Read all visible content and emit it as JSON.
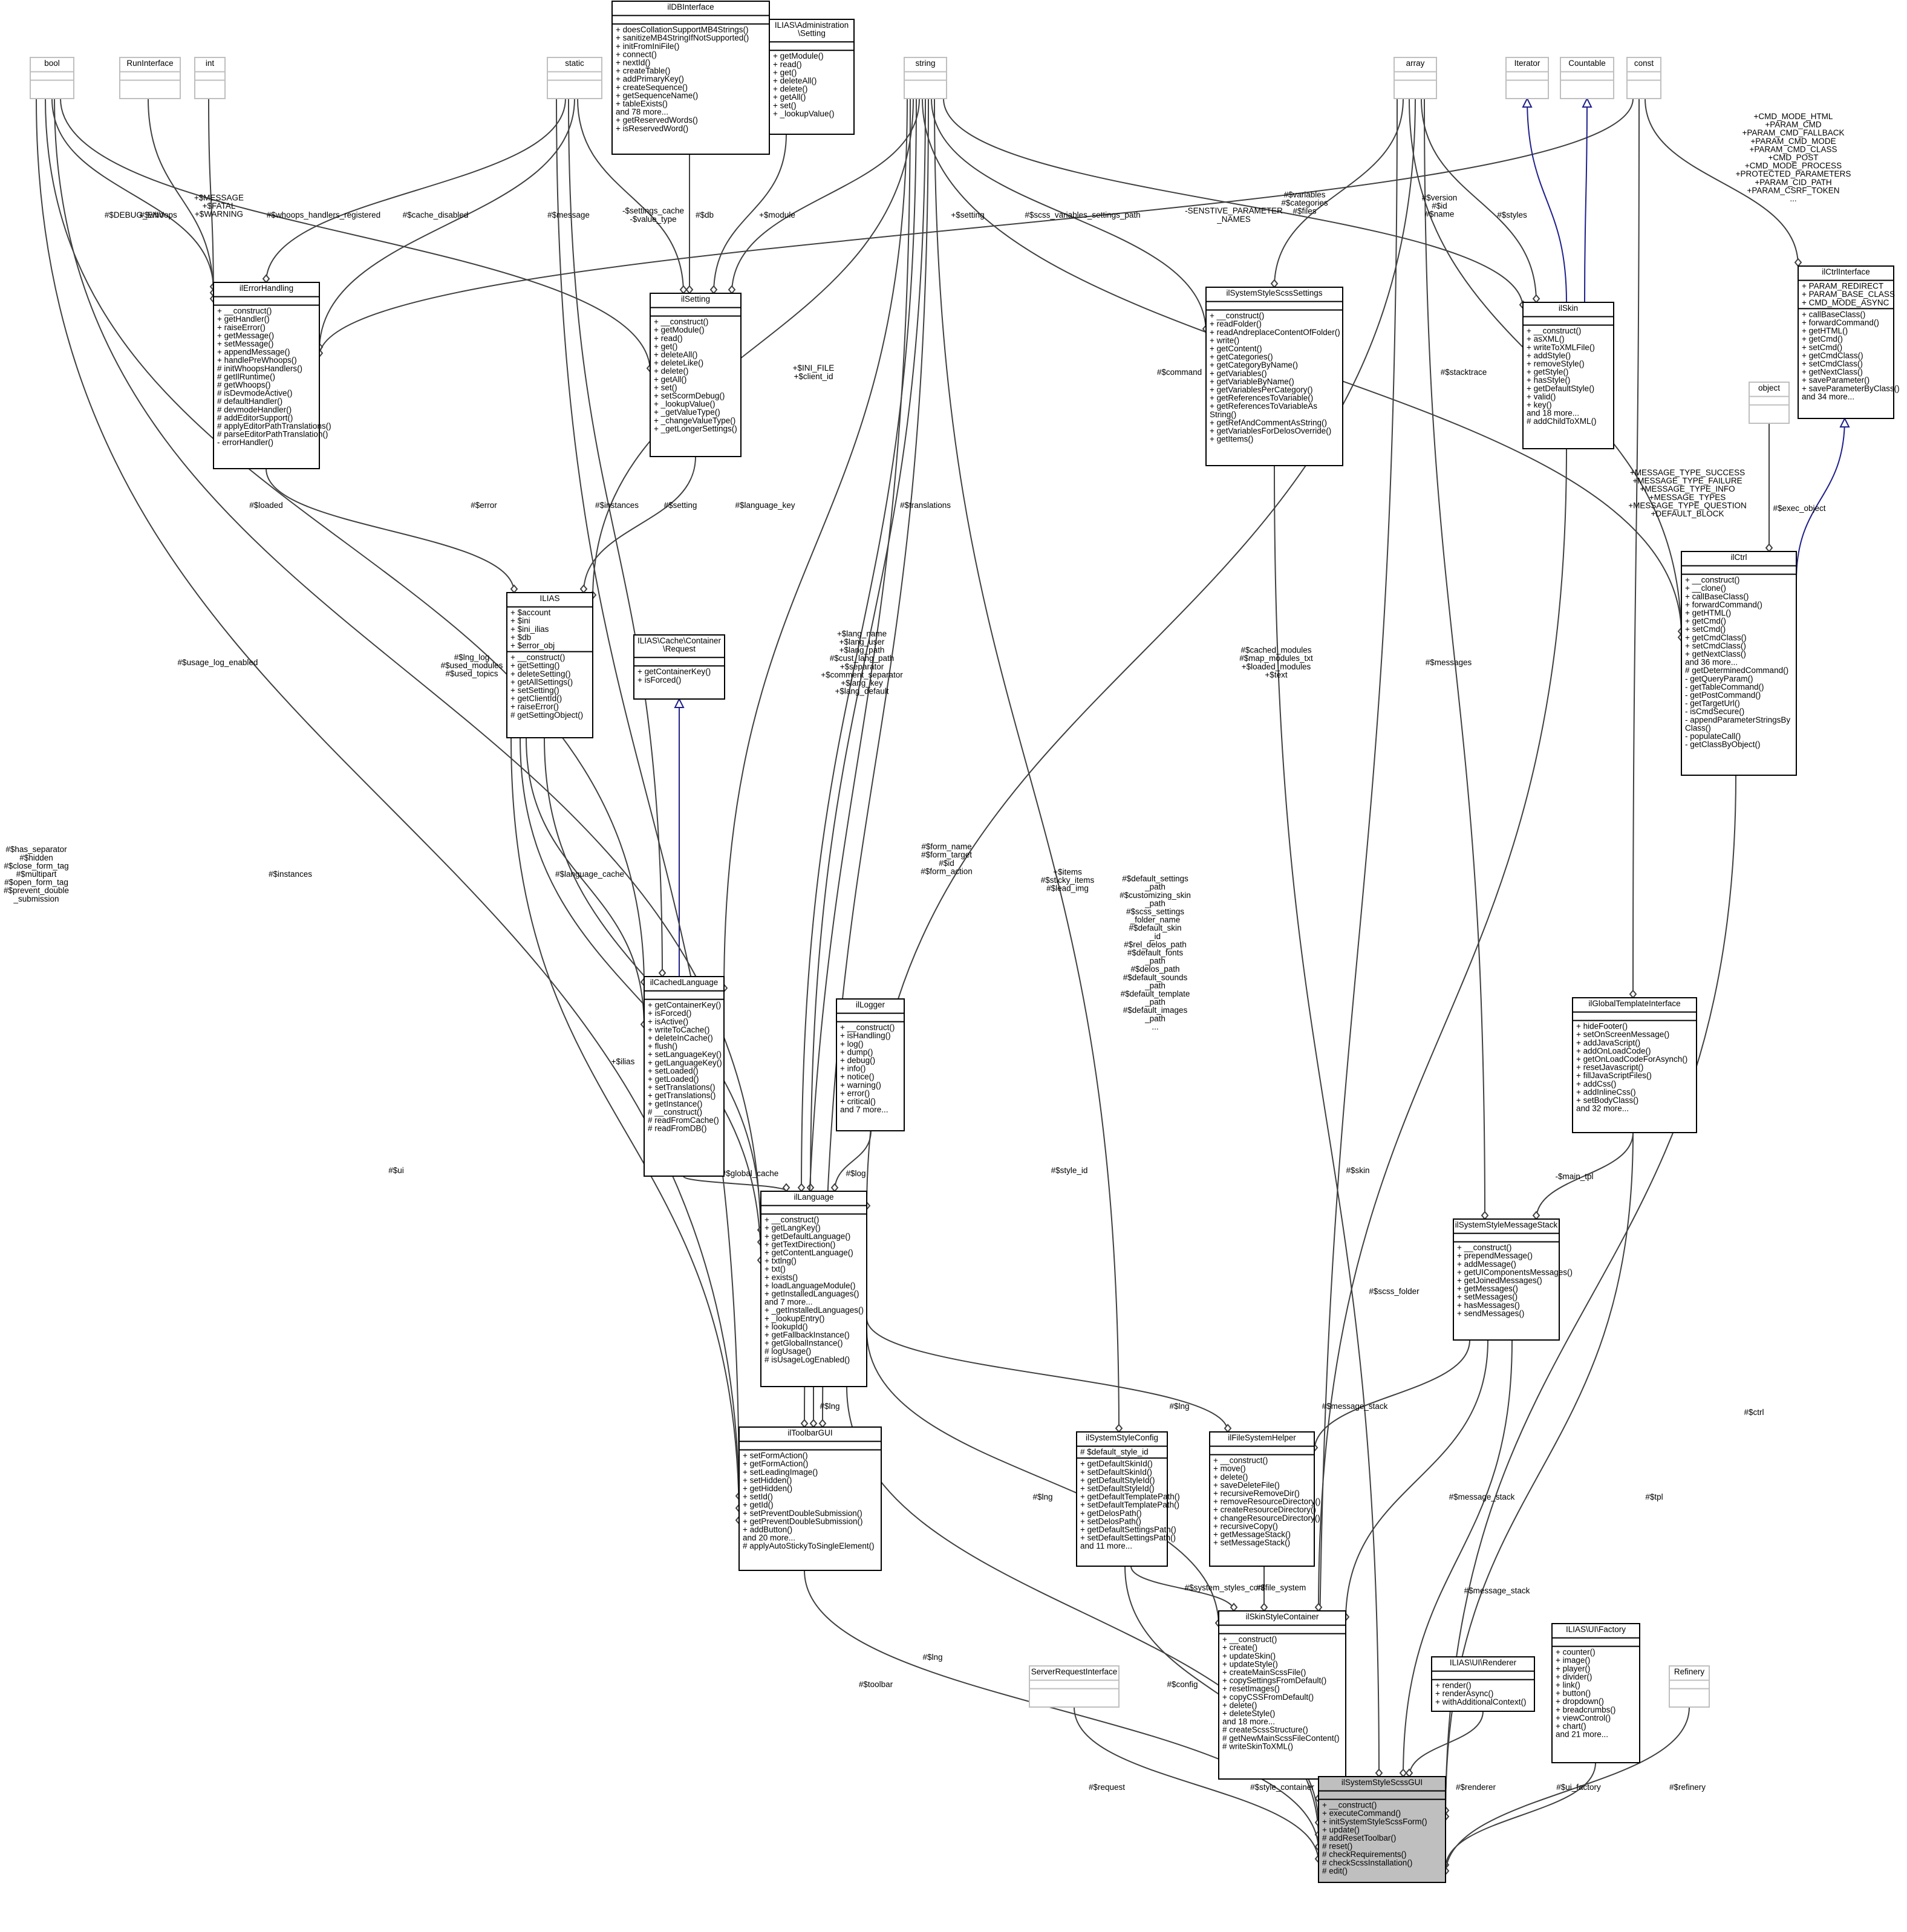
{
  "classes": [
    {
      "id": "bool",
      "name": "bool",
      "ghost": true,
      "attrs": [],
      "methods": []
    },
    {
      "id": "RunInterface",
      "name": "RunInterface",
      "ghost": true,
      "attrs": [],
      "methods": []
    },
    {
      "id": "int",
      "name": "int",
      "ghost": true,
      "attrs": [],
      "methods": []
    },
    {
      "id": "static",
      "name": "static",
      "ghost": true,
      "attrs": [],
      "methods": []
    },
    {
      "id": "ilDBInterface",
      "name": "ilDBInterface",
      "attrs": [],
      "methods": [
        "+ doesCollationSupportMB4Strings()",
        "+ sanitizeMB4StringIfNotSupported()",
        "+ initFromIniFile()",
        "+ connect()",
        "+ nextId()",
        "+ createTable()",
        "+ addPrimaryKey()",
        "+ createSequence()",
        "+ getSequenceName()",
        "+ tableExists()",
        "and 78 more...",
        "+ getReservedWords()",
        "+ isReservedWord()"
      ]
    },
    {
      "id": "Setting",
      "name": "ILIAS\\Administration\n\\Setting",
      "attrs": [],
      "methods": [
        "+ getModule()",
        "+ read()",
        "+ get()",
        "+ deleteAll()",
        "+ delete()",
        "+ getAll()",
        "+ set()",
        "+ _lookupValue()"
      ]
    },
    {
      "id": "string",
      "name": "string",
      "ghost": true,
      "attrs": [],
      "methods": []
    },
    {
      "id": "array",
      "name": "array",
      "ghost": true,
      "attrs": [],
      "methods": []
    },
    {
      "id": "Iterator",
      "name": "Iterator",
      "ghost": true,
      "attrs": [],
      "methods": []
    },
    {
      "id": "Countable",
      "name": "Countable",
      "ghost": true,
      "attrs": [],
      "methods": []
    },
    {
      "id": "const",
      "name": "const",
      "ghost": true,
      "attrs": [],
      "methods": []
    },
    {
      "id": "ilErrorHandling",
      "name": "ilErrorHandling",
      "attrs": [],
      "methods": [
        "+ __construct()",
        "+ getHandler()",
        "+ raiseError()",
        "+ getMessage()",
        "+ setMessage()",
        "+ appendMessage()",
        "+ handlePreWhoops()",
        "# initWhoopsHandlers()",
        "# getIlRuntime()",
        "# getWhoops()",
        "# isDevmodeActive()",
        "# defaultHandler()",
        "# devmodeHandler()",
        "# addEditorSupport()",
        "# applyEditorPathTranslations()",
        "# parseEditorPathTranslation()",
        "- errorHandler()"
      ]
    },
    {
      "id": "ilSetting",
      "name": "ilSetting",
      "attrs": [],
      "methods": [
        "+ __construct()",
        "+ getModule()",
        "+ read()",
        "+ get()",
        "+ deleteAll()",
        "+ deleteLike()",
        "+ delete()",
        "+ getAll()",
        "+ set()",
        "+ setScormDebug()",
        "+ _lookupValue()",
        "+ _getValueType()",
        "+ _changeValueType()",
        "+ _getLongerSettings()"
      ]
    },
    {
      "id": "ilSystemStyleScssSettings",
      "name": "ilSystemStyleScssSettings",
      "attrs": [],
      "methods": [
        "+ __construct()",
        "+ readFolder()",
        "+ readAndreplaceContentOfFolder()",
        "+ write()",
        "+ getContent()",
        "+ getCategories()",
        "+ getCategoryByName()",
        "+ getVariables()",
        "+ getVariableByName()",
        "+ getVariablesPerCategory()",
        "+ getReferencesToVariable()",
        "+ getReferencesToVariableAs",
        "String()",
        "+ getRefAndCommentAsString()",
        "+ getVariablesForDelosOverride()",
        "+ getItems()"
      ]
    },
    {
      "id": "ilSkin",
      "name": "ilSkin",
      "attrs": [],
      "methods": [
        "+ __construct()",
        "+ asXML()",
        "+ writeToXMLFile()",
        "+ addStyle()",
        "+ removeStyle()",
        "+ getStyle()",
        "+ hasStyle()",
        "+ getDefaultStyle()",
        "+ valid()",
        "+ key()",
        "and 18 more...",
        "# addChildToXML()"
      ]
    },
    {
      "id": "ilCtrlInterface",
      "name": "ilCtrlInterface",
      "attrs": [
        "+ PARAM_REDIRECT",
        "+ PARAM_BASE_CLASS",
        "+ CMD_MODE_ASYNC"
      ],
      "methods": [
        "+ callBaseClass()",
        "+ forwardCommand()",
        "+ getHTML()",
        "+ getCmd()",
        "+ setCmd()",
        "+ getCmdClass()",
        "+ setCmdClass()",
        "+ getNextClass()",
        "+ saveParameter()",
        "+ saveParameterByClass()",
        "and 34 more..."
      ]
    },
    {
      "id": "object",
      "name": "object",
      "ghost": true,
      "attrs": [],
      "methods": []
    },
    {
      "id": "ILIAS",
      "name": "ILIAS",
      "attrs": [
        "+ $account",
        "+ $ini",
        "+ $ini_ilias",
        "+ $db",
        "+ $error_obj"
      ],
      "methods": [
        "+ __construct()",
        "+ getSetting()",
        "+ deleteSetting()",
        "+ getAllSettings()",
        "+ setSetting()",
        "+ getClientId()",
        "+ raiseError()",
        "# getSettingObject()"
      ]
    },
    {
      "id": "Request",
      "name": "ILIAS\\Cache\\Container\n\\Request",
      "attrs": [],
      "methods": [
        "+ getContainerKey()",
        "+ isForced()"
      ]
    },
    {
      "id": "ilCtrl",
      "name": "ilCtrl",
      "attrs": [],
      "methods": [
        "+ __construct()",
        "+ __clone()",
        "+ callBaseClass()",
        "+ forwardCommand()",
        "+ getHTML()",
        "+ getCmd()",
        "+ setCmd()",
        "+ getCmdClass()",
        "+ setCmdClass()",
        "+ getNextClass()",
        "and 36 more...",
        "# getDeterminedCommand()",
        "- getQueryParam()",
        "- getTableCommand()",
        "- getPostCommand()",
        "- getTargetUrl()",
        "- isCmdSecure()",
        "- appendParameterStringsBy",
        "Class()",
        "- populateCall()",
        "- getClassByObject()"
      ]
    },
    {
      "id": "ilCachedLanguage",
      "name": "ilCachedLanguage",
      "attrs": [],
      "methods": [
        "+ getContainerKey()",
        "+ isForced()",
        "+ isActive()",
        "+ writeToCache()",
        "+ deleteInCache()",
        "+ flush()",
        "+ setLanguageKey()",
        "+ getLanguageKey()",
        "+ setLoaded()",
        "+ getLoaded()",
        "+ setTranslations()",
        "+ getTranslations()",
        "+ getInstance()",
        "# __construct()",
        "# readFromCache()",
        "# readFromDB()"
      ]
    },
    {
      "id": "ilLogger",
      "name": "ilLogger",
      "attrs": [],
      "methods": [
        "+ __construct()",
        "+ isHandling()",
        "+ log()",
        "+ dump()",
        "+ debug()",
        "+ info()",
        "+ notice()",
        "+ warning()",
        "+ error()",
        "+ critical()",
        "and 7 more..."
      ]
    },
    {
      "id": "ilGlobalTemplateInterface",
      "name": "ilGlobalTemplateInterface",
      "attrs": [],
      "methods": [
        "+ hideFooter()",
        "+ setOnScreenMessage()",
        "+ addJavaScript()",
        "+ addOnLoadCode()",
        "+ getOnLoadCodeForAsynch()",
        "+ resetJavascript()",
        "+ fillJavaScriptFiles()",
        "+ addCss()",
        "+ addInlineCss()",
        "+ setBodyClass()",
        "and 32 more..."
      ]
    },
    {
      "id": "ilLanguage",
      "name": "ilLanguage",
      "attrs": [],
      "methods": [
        "+ __construct()",
        "+ getLangKey()",
        "+ getDefaultLanguage()",
        "+ getTextDirection()",
        "+ getContentLanguage()",
        "+ txtlng()",
        "+ txt()",
        "+ exists()",
        "+ loadLanguageModule()",
        "+ getInstalledLanguages()",
        "and 7 more...",
        "+ _getInstalledLanguages()",
        "+ _lookupEntry()",
        "+ lookupId()",
        "+ getFallbackInstance()",
        "+ getGlobalInstance()",
        "# logUsage()",
        "# isUsageLogEnabled()"
      ]
    },
    {
      "id": "ilSystemStyleMessageStack",
      "name": "ilSystemStyleMessageStack",
      "attrs": [],
      "methods": [
        "+ __construct()",
        "+ prependMessage()",
        "+ addMessage()",
        "+ getUIComponentsMessages()",
        "+ getJoinedMessages()",
        "+ getMessages()",
        "+ setMessages()",
        "+ hasMessages()",
        "+ sendMessages()"
      ]
    },
    {
      "id": "ilToolbarGUI",
      "name": "ilToolbarGUI",
      "attrs": [],
      "methods": [
        "+ setFormAction()",
        "+ getFormAction()",
        "+ setLeadingImage()",
        "+ setHidden()",
        "+ getHidden()",
        "+ setId()",
        "+ getId()",
        "+ setPreventDoubleSubmission()",
        "+ getPreventDoubleSubmission()",
        "+ addButton()",
        "and 20 more...",
        "# applyAutoStickyToSingleElement()"
      ]
    },
    {
      "id": "ilSystemStyleConfig",
      "name": "ilSystemStyleConfig",
      "attrs": [
        "# $default_style_id"
      ],
      "methods": [
        "+ getDefaultSkinId()",
        "+ setDefaultSkinId()",
        "+ getDefaultStyleId()",
        "+ setDefaultStyleId()",
        "+ getDefaultTemplatePath()",
        "+ setDefaultTemplatePath()",
        "+ getDelosPath()",
        "+ setDelosPath()",
        "+ getDefaultSettingsPath()",
        "+ setDefaultSettingsPath()",
        "and 11 more..."
      ]
    },
    {
      "id": "ilFileSystemHelper",
      "name": "ilFileSystemHelper",
      "attrs": [],
      "methods": [
        "+ __construct()",
        "+ move()",
        "+ delete()",
        "+ saveDeleteFile()",
        "+ recursiveRemoveDir()",
        "+ removeResourceDirectory()",
        "+ createResourceDirectory()",
        "+ changeResourceDirectory()",
        "+ recursiveCopy()",
        "+ getMessageStack()",
        "+ setMessageStack()"
      ]
    },
    {
      "id": "ilSkinStyleContainer",
      "name": "ilSkinStyleContainer",
      "attrs": [],
      "methods": [
        "+ __construct()",
        "+ create()",
        "+ updateSkin()",
        "+ updateStyle()",
        "+ createMainScssFile()",
        "+ copySettingsFromDefault()",
        "+ resetImages()",
        "+ copyCSSFromDefault()",
        "+ delete()",
        "+ deleteStyle()",
        "and 18 more...",
        "# createScssStructure()",
        "# getNewMainScssFileContent()",
        "# writeSkinToXML()"
      ]
    },
    {
      "id": "ServerRequestInterface",
      "name": "ServerRequestInterface",
      "ghost": true,
      "attrs": [],
      "methods": []
    },
    {
      "id": "Renderer",
      "name": "ILIAS\\UI\\Renderer",
      "attrs": [],
      "methods": [
        "+ render()",
        "+ renderAsync()",
        "+ withAdditionalContext()"
      ]
    },
    {
      "id": "Factory",
      "name": "ILIAS\\UI\\Factory",
      "attrs": [],
      "methods": [
        "+ counter()",
        "+ image()",
        "+ player()",
        "+ divider()",
        "+ link()",
        "+ button()",
        "+ dropdown()",
        "+ breadcrumbs()",
        "+ viewControl()",
        "+ chart()",
        "and 21 more..."
      ]
    },
    {
      "id": "Refinery",
      "name": "Refinery",
      "ghost": true,
      "attrs": [],
      "methods": []
    },
    {
      "id": "ilSystemStyleScssGUI",
      "name": "ilSystemStyleScssGUI",
      "focus": true,
      "attrs": [],
      "methods": [
        "+ __construct()",
        "+ executeCommand()",
        "+ initSystemStyleScssForm()",
        "+ update()",
        "# addResetToolbar()",
        "# reset()",
        "# checkRequirements()",
        "# checkScssInstallation()",
        "# edit()"
      ]
    }
  ],
  "edge_labels": [
    "#$DEBUG_ENV",
    "#$whoops",
    "+$MESSAGE\n+$FATAL\n+$WARNING",
    "#$whoops_handlers_registered",
    "#$cache_disabled",
    "#$message",
    "-$settings_cache\n-$value_type",
    "#$db",
    "+$module",
    "+$setting",
    "#$scss_variables_settings_path",
    "-SENSTIVE_PARAMETER\n_NAMES",
    "#$variables\n#$categories\n#$files",
    "#$version\n#$id\n#$name",
    "#$styles",
    "+CMD_MODE_HTML\n+PARAM_CMD\n+PARAM_CMD_FALLBACK\n+PARAM_CMD_MODE\n+PARAM_CMD_CLASS\n+CMD_POST\n+CMD_MODE_PROCESS\n+PROTECTED_PARAMETERS\n+PARAM_CID_PATH\n+PARAM_CSRF_TOKEN\n...",
    "+$INI_FILE\n+$client_id",
    "#$command",
    "#$stacktrace",
    "#$loaded",
    "#$error",
    "#$instances",
    "#$setting",
    "#$language_key",
    "#$translations",
    "+$lang_name\n+$lang_user\n+$lang_path\n#$cust_lang_path\n+$separator\n+$comment_separator\n+$lang_key\n+$lang_default",
    "#$cached_modules\n#$map_modules_txt\n+$loaded_modules\n+$text",
    "#$messages",
    "+MESSAGE_TYPE_SUCCESS\n+MESSAGE_TYPE_FAILURE\n+MESSAGE_TYPE_INFO\n+MESSAGE_TYPES\n+MESSAGE_TYPE_QUESTION\n+DEFAULT_BLOCK",
    "#$exec_object",
    "#$usage_log_enabled",
    "#$lng_log\n#$used_modules\n#$used_topics",
    "#$instances",
    "#$has_separator\n#$hidden\n#$close_form_tag\n#$multipart\n#$open_form_tag\n#$prevent_double\n_submission",
    "#$language_cache",
    "+$ilias",
    "#$form_name\n#$form_target\n#$id\n#$form_action",
    "+$items\n#$sticky_items\n#$lead_img",
    "#$default_settings\n_path\n#$customizing_skin\n_path\n#$scss_settings\n_folder_name\n#$default_skin\n_id\n#$rel_delos_path\n#$default_fonts\n_path\n#$delos_path\n#$default_sounds\n_path\n#$default_template\n_path\n#$default_images\n_path\n...",
    "#$global_cache",
    "#$log",
    "#$ui",
    "#$style_id",
    "#$skin",
    "#$scss_folder",
    "-$main_tpl",
    "#$lng",
    "#$lng",
    "#$message_stack",
    "#$lng",
    "#$message_stack",
    "#$message_stack",
    "#$ctrl",
    "#$tpl",
    "#$system_styles_conf",
    "#$file_system",
    "#$lng",
    "#$toolbar",
    "#$config",
    "#$request",
    "#$style_container",
    "#$renderer",
    "#$ui_factory",
    "#$refinery"
  ]
}
